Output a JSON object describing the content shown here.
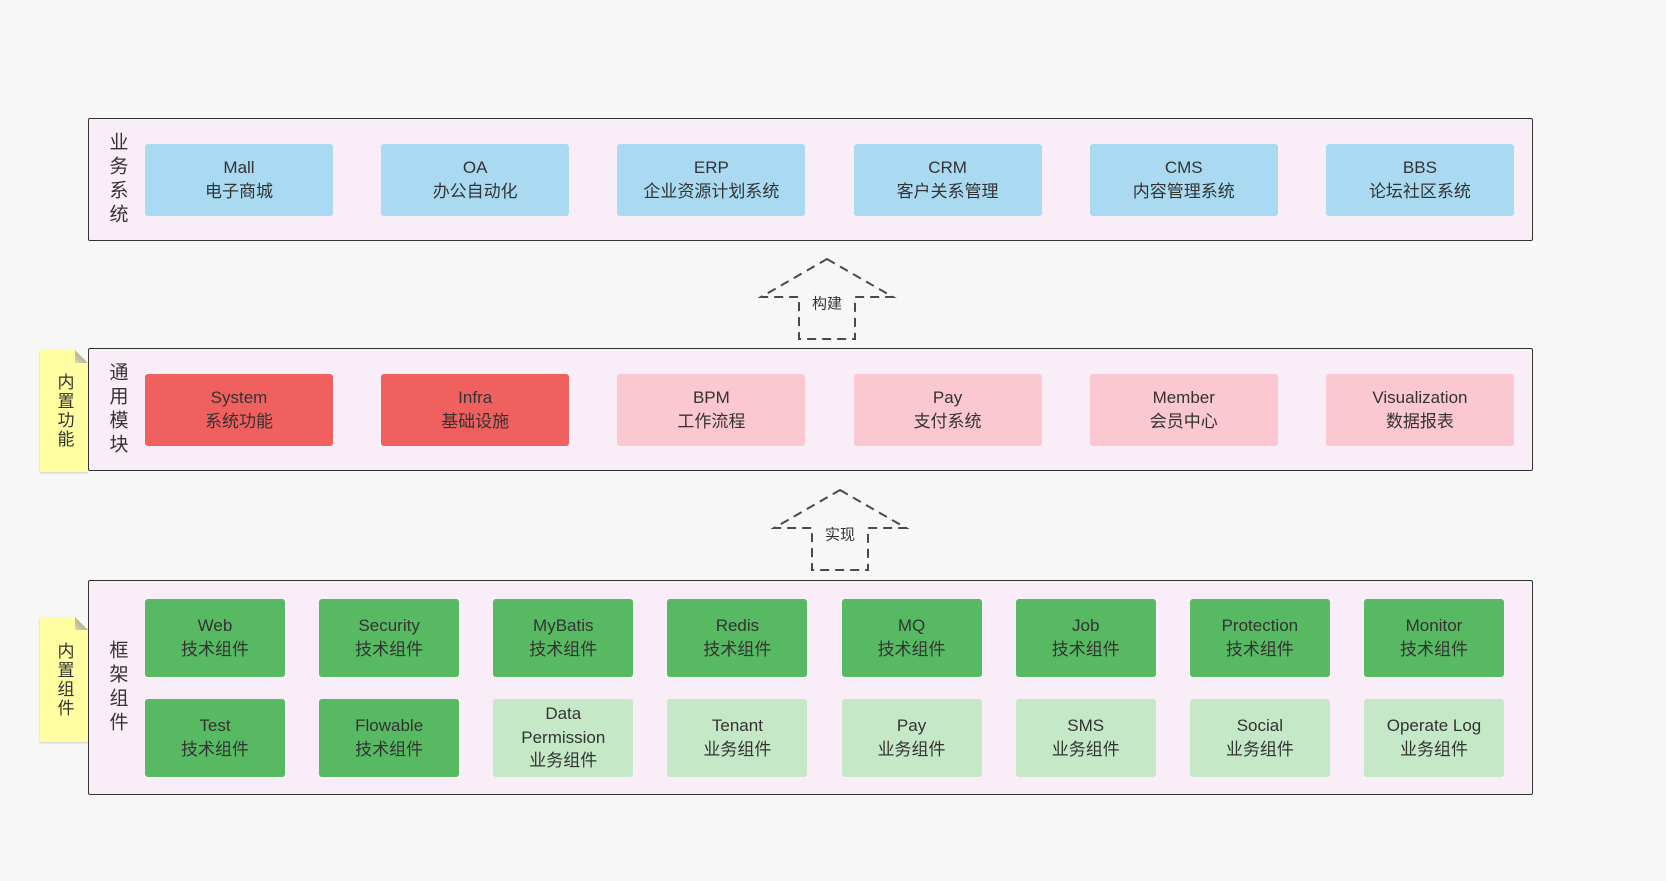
{
  "diagram": {
    "background": "#f7f7f7",
    "colors": {
      "layer_background": "#f9eef8",
      "layer_border": "#333333",
      "business_box": "#a9daf2",
      "core_module_box": "#f0605e",
      "optional_module_box": "#fbc7d1",
      "tech_component_box": "#57ba62",
      "biz_component_box": "#c5e8c7",
      "note_background": "#ffffa2"
    }
  },
  "layers": [
    {
      "id": "business-systems",
      "label": "业务系统",
      "rows": [
        [
          {
            "title": "Mall",
            "subtitle": "电子商城",
            "variant": "blue"
          },
          {
            "title": "OA",
            "subtitle": "办公自动化",
            "variant": "blue"
          },
          {
            "title": "ERP",
            "subtitle": "企业资源计划系统",
            "variant": "blue"
          },
          {
            "title": "CRM",
            "subtitle": "客户关系管理",
            "variant": "blue"
          },
          {
            "title": "CMS",
            "subtitle": "内容管理系统",
            "variant": "blue"
          },
          {
            "title": "BBS",
            "subtitle": "论坛社区系统",
            "variant": "blue"
          }
        ]
      ]
    },
    {
      "id": "common-modules",
      "label": "通用模块",
      "note": "内置功能",
      "rows": [
        [
          {
            "title": "System",
            "subtitle": "系统功能",
            "variant": "red"
          },
          {
            "title": "Infra",
            "subtitle": "基础设施",
            "variant": "red"
          },
          {
            "title": "BPM",
            "subtitle": "工作流程",
            "variant": "pink"
          },
          {
            "title": "Pay",
            "subtitle": "支付系统",
            "variant": "pink"
          },
          {
            "title": "Member",
            "subtitle": "会员中心",
            "variant": "pink"
          },
          {
            "title": "Visualization",
            "subtitle": "数据报表",
            "variant": "pink"
          }
        ]
      ]
    },
    {
      "id": "framework-components",
      "label": "框架组件",
      "note": "内置组件",
      "rows": [
        [
          {
            "title": "Web",
            "subtitle": "技术组件",
            "variant": "green"
          },
          {
            "title": "Security",
            "subtitle": "技术组件",
            "variant": "green"
          },
          {
            "title": "MyBatis",
            "subtitle": "技术组件",
            "variant": "green"
          },
          {
            "title": "Redis",
            "subtitle": "技术组件",
            "variant": "green"
          },
          {
            "title": "MQ",
            "subtitle": "技术组件",
            "variant": "green"
          },
          {
            "title": "Job",
            "subtitle": "技术组件",
            "variant": "green"
          },
          {
            "title": "Protection",
            "subtitle": "技术组件",
            "variant": "green"
          },
          {
            "title": "Monitor",
            "subtitle": "技术组件",
            "variant": "green"
          }
        ],
        [
          {
            "title": "Test",
            "subtitle": "技术组件",
            "variant": "green"
          },
          {
            "title": "Flowable",
            "subtitle": "技术组件",
            "variant": "green"
          },
          {
            "title": "Data Permission",
            "subtitle": "业务组件",
            "variant": "green-light"
          },
          {
            "title": "Tenant",
            "subtitle": "业务组件",
            "variant": "green-light"
          },
          {
            "title": "Pay",
            "subtitle": "业务组件",
            "variant": "green-light"
          },
          {
            "title": "SMS",
            "subtitle": "业务组件",
            "variant": "green-light"
          },
          {
            "title": "Social",
            "subtitle": "业务组件",
            "variant": "green-light"
          },
          {
            "title": "Operate Log",
            "subtitle": "业务组件",
            "variant": "green-light"
          }
        ]
      ]
    }
  ],
  "arrows": [
    {
      "id": "build",
      "label": "构建"
    },
    {
      "id": "implement",
      "label": "实现"
    }
  ]
}
